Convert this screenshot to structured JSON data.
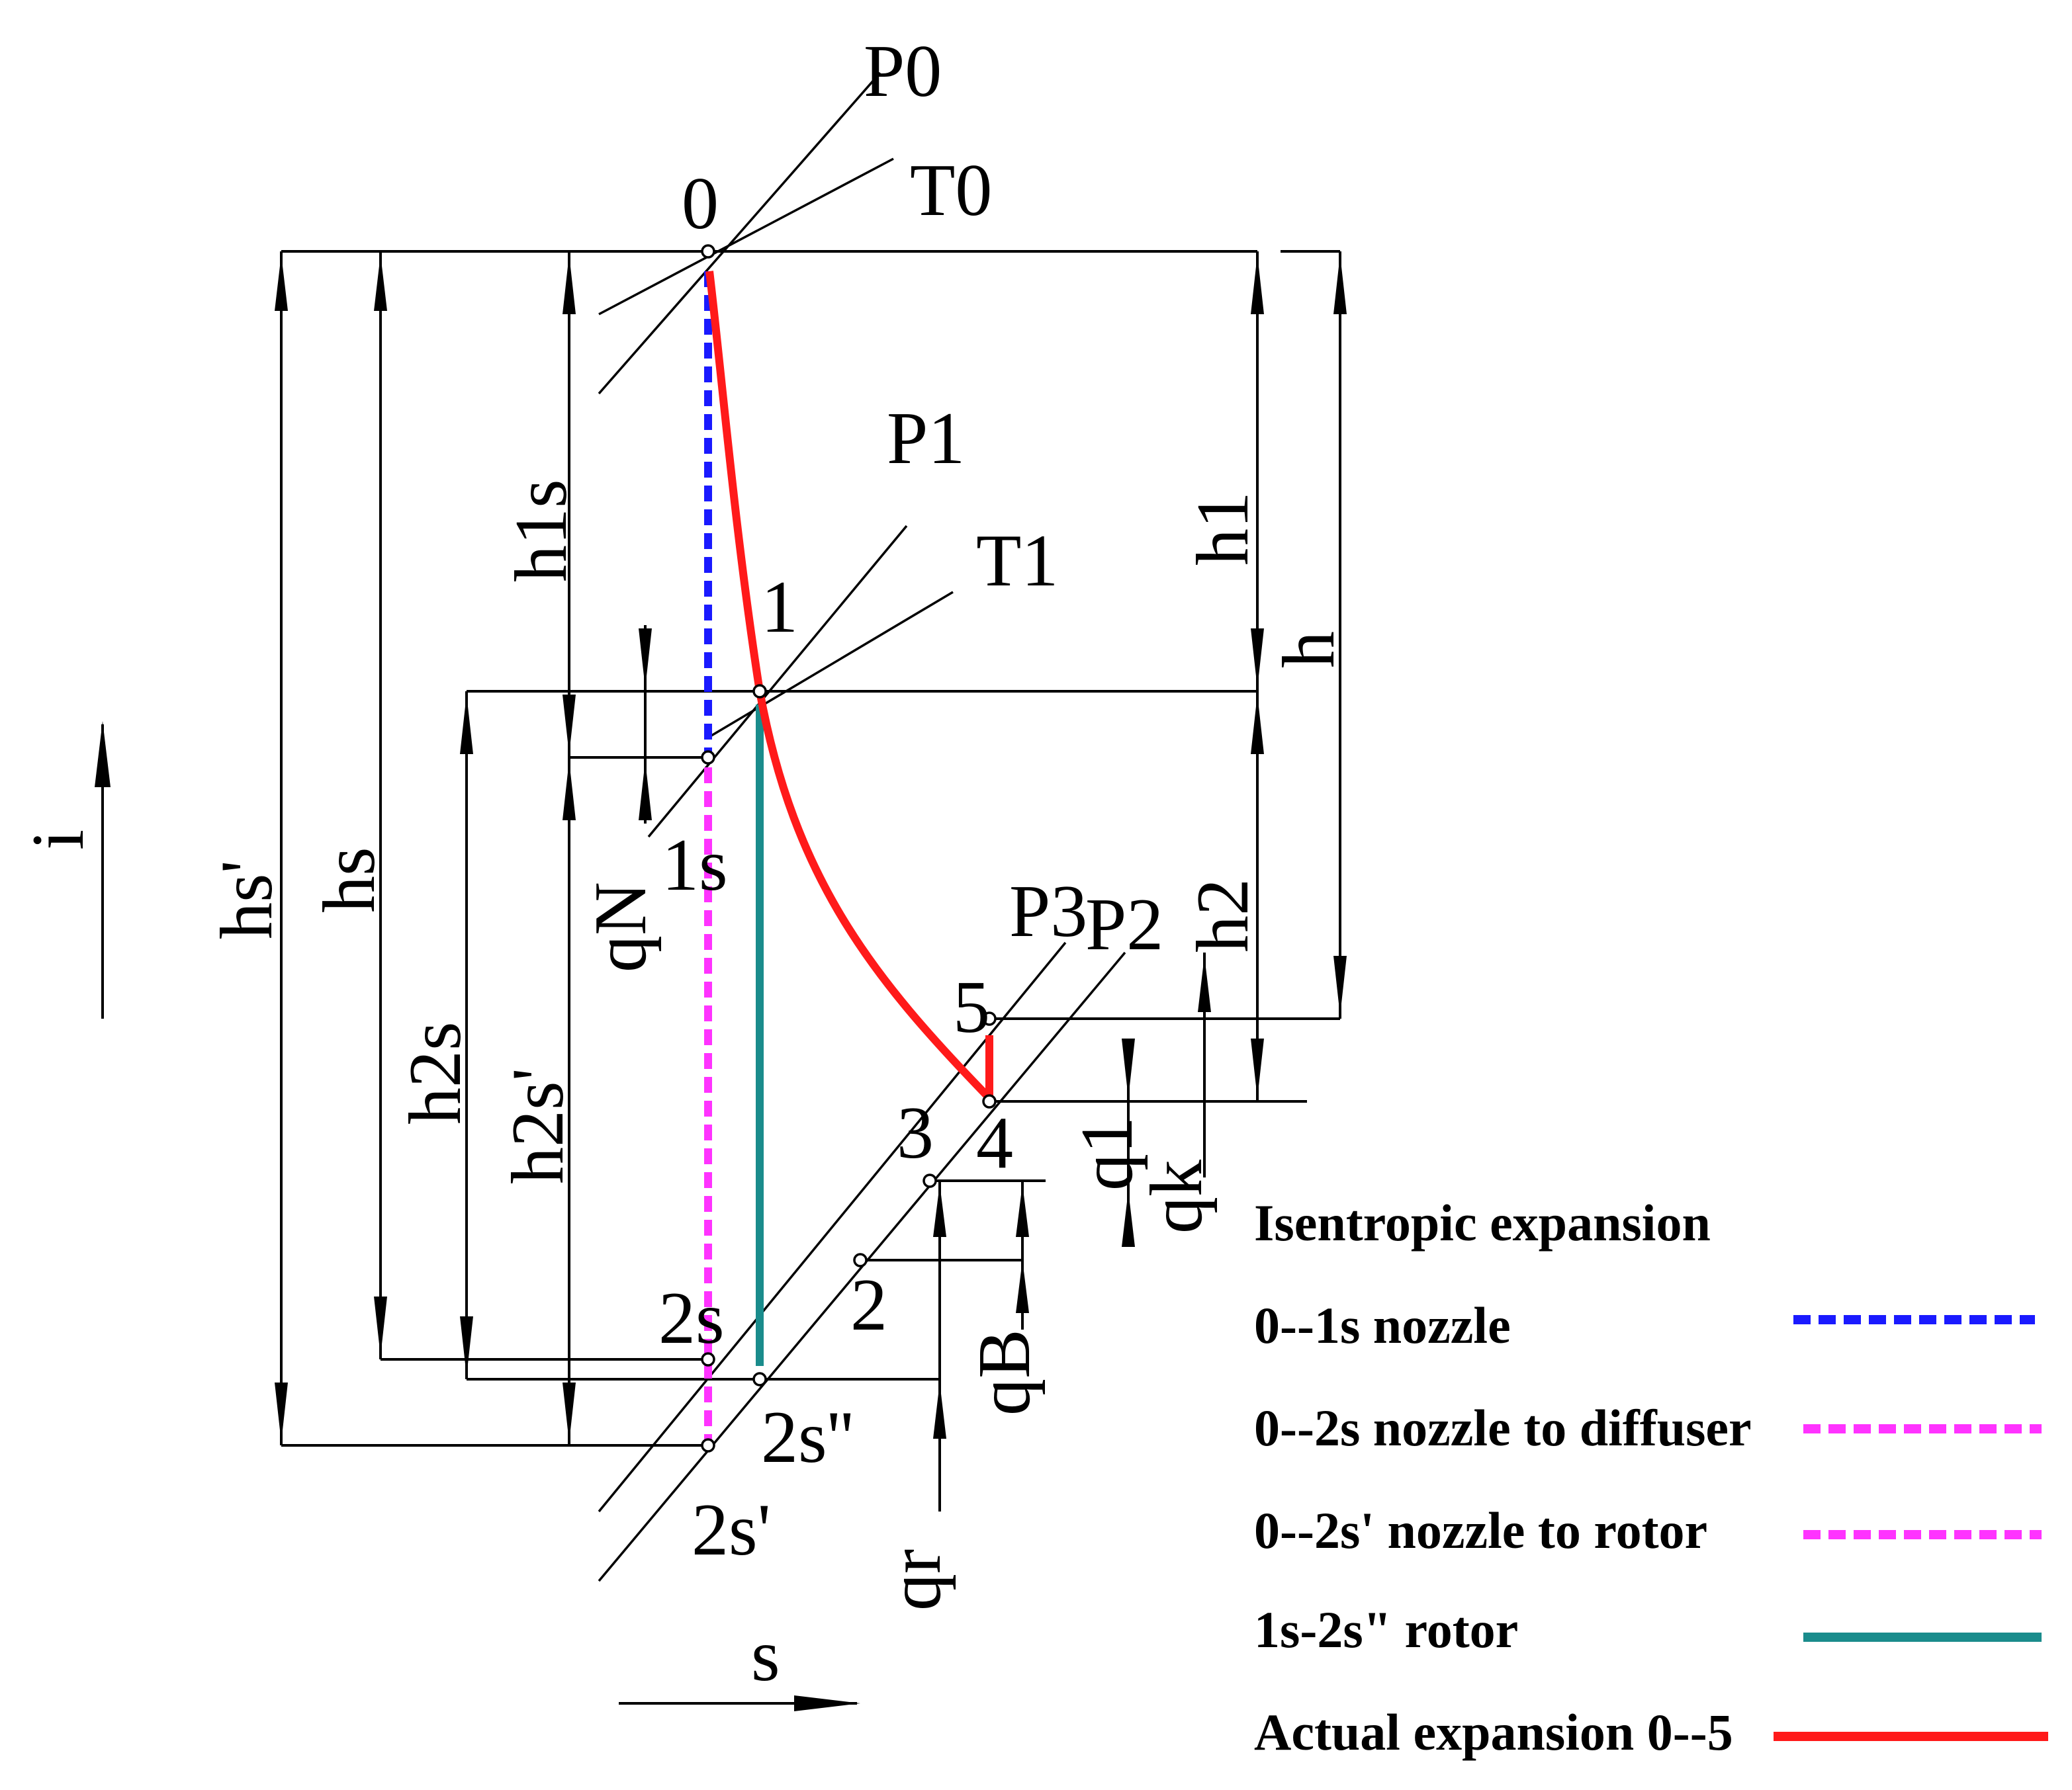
{
  "isobar_labels": {
    "p0": "P0",
    "t0": "T0",
    "p1": "P1",
    "t1": "T1",
    "p3": "P3",
    "p2": "P2"
  },
  "point_labels": {
    "pt0": "0",
    "pt1": "1",
    "pt1s": "1s",
    "pt2s": "2s",
    "pt2": "2",
    "pt3": "3",
    "pt4": "4",
    "pt5": "5",
    "pt2sp": "2s'",
    "pt2spp": "2s''"
  },
  "dimension_labels": {
    "hs_prime": "hs'",
    "hs": "hs",
    "h1s": "h1s",
    "h2s": "h2s",
    "h2s_prime": "h2s'",
    "h1": "h1",
    "h": "h",
    "h2": "h2",
    "qN": "qN",
    "q1": "q1",
    "qk": "qk",
    "qB": "qB",
    "qr": "qr"
  },
  "axis_labels": {
    "i": "i",
    "s": "s"
  },
  "legend": {
    "title": "Isentropic expansion",
    "items": [
      {
        "label": "0--1s nozzle",
        "color": "#1a1aff",
        "style": "dashed"
      },
      {
        "label": "0--2s nozzle to diffuser",
        "color": "#ff33ff",
        "style": "dashed"
      },
      {
        "label": "0--2s' nozzle to rotor",
        "color": "#ff33ff",
        "style": "dashed"
      },
      {
        "label": "1s-2s\" rotor",
        "color": "#1a8c8c",
        "style": "solid"
      },
      {
        "label": "Actual expansion 0--5",
        "color": "#ff1a1a",
        "style": "solid"
      }
    ]
  },
  "colors": {
    "nozzle_blue": "#1a1aff",
    "magenta": "#ff33ff",
    "rotor_teal": "#1a8c8c",
    "actual_red": "#ff1a1a"
  }
}
